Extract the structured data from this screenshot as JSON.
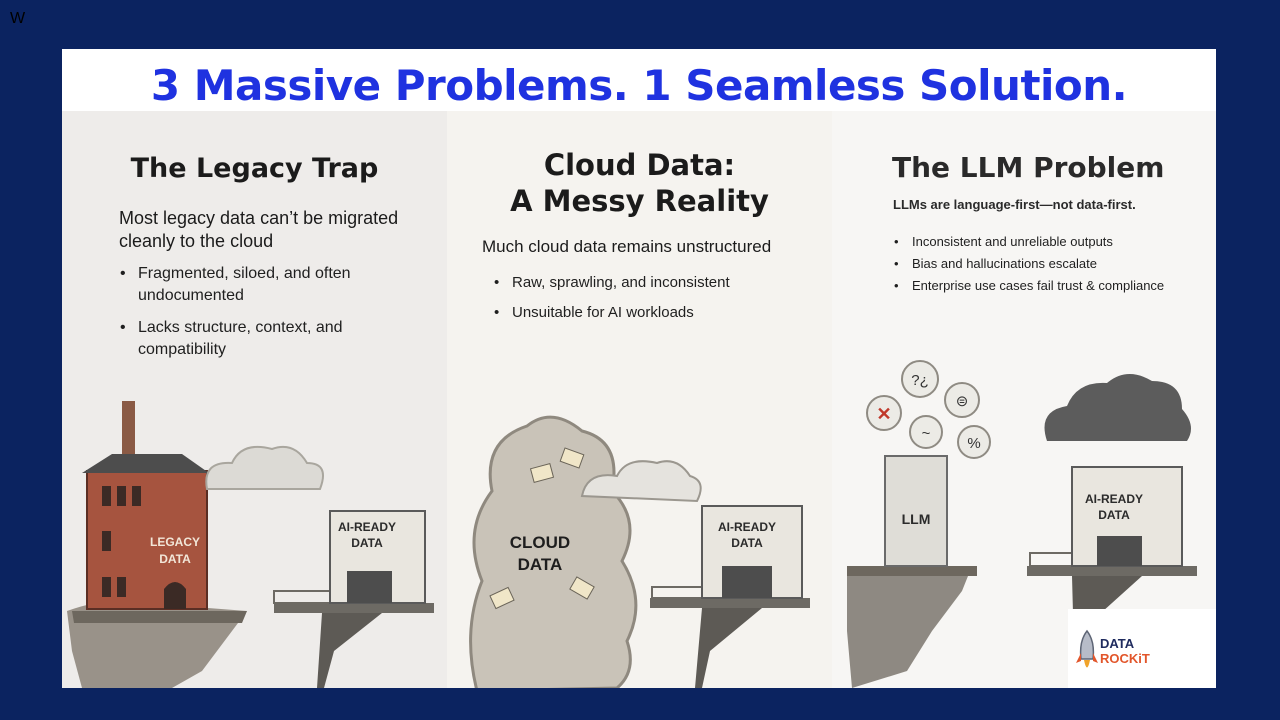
{
  "corner_mark": "W",
  "headline": "3 Massive Problems. 1 Seamless Solution.",
  "panels": [
    {
      "title": "The Legacy Trap",
      "lead": "Most legacy data can’t be migrated cleanly to the cloud",
      "bullets": [
        "Fragmented, siloed, and often undocumented",
        "Lacks structure, context, and compatibility"
      ],
      "labels": {
        "legacy": [
          "LEGACY",
          "DATA"
        ],
        "ai_ready": [
          "AI-READY",
          "DATA"
        ]
      }
    },
    {
      "title_line1": "Cloud Data:",
      "title_line2": "A Messy Reality",
      "lead": "Much cloud data remains unstructured",
      "bullets": [
        "Raw, sprawling, and inconsistent",
        "Unsuitable for AI workloads"
      ],
      "labels": {
        "cloud": [
          "CLOUD",
          "DATA"
        ],
        "ai_ready": [
          "AI-READY",
          "DATA"
        ]
      }
    },
    {
      "title": "The LLM Problem",
      "lead": "LLMs are language-first—not data-first.",
      "bullets": [
        "Inconsistent and unreliable outputs",
        "Bias and hallucinations escalate",
        "Enterprise use cases fail trust & compliance"
      ],
      "labels": {
        "llm": "LLM",
        "ai_ready": [
          "AI-READY",
          "DATA"
        ],
        "bubbles": [
          "?¿",
          "⊜",
          "~",
          "%"
        ]
      }
    }
  ],
  "logo": {
    "line1": "DATA",
    "line2": "ROCKiT"
  },
  "colors": {
    "frame": "#0b2360",
    "headline": "#1f32e0",
    "brick": "#a6543f",
    "logo_orange": "#e2562b"
  }
}
